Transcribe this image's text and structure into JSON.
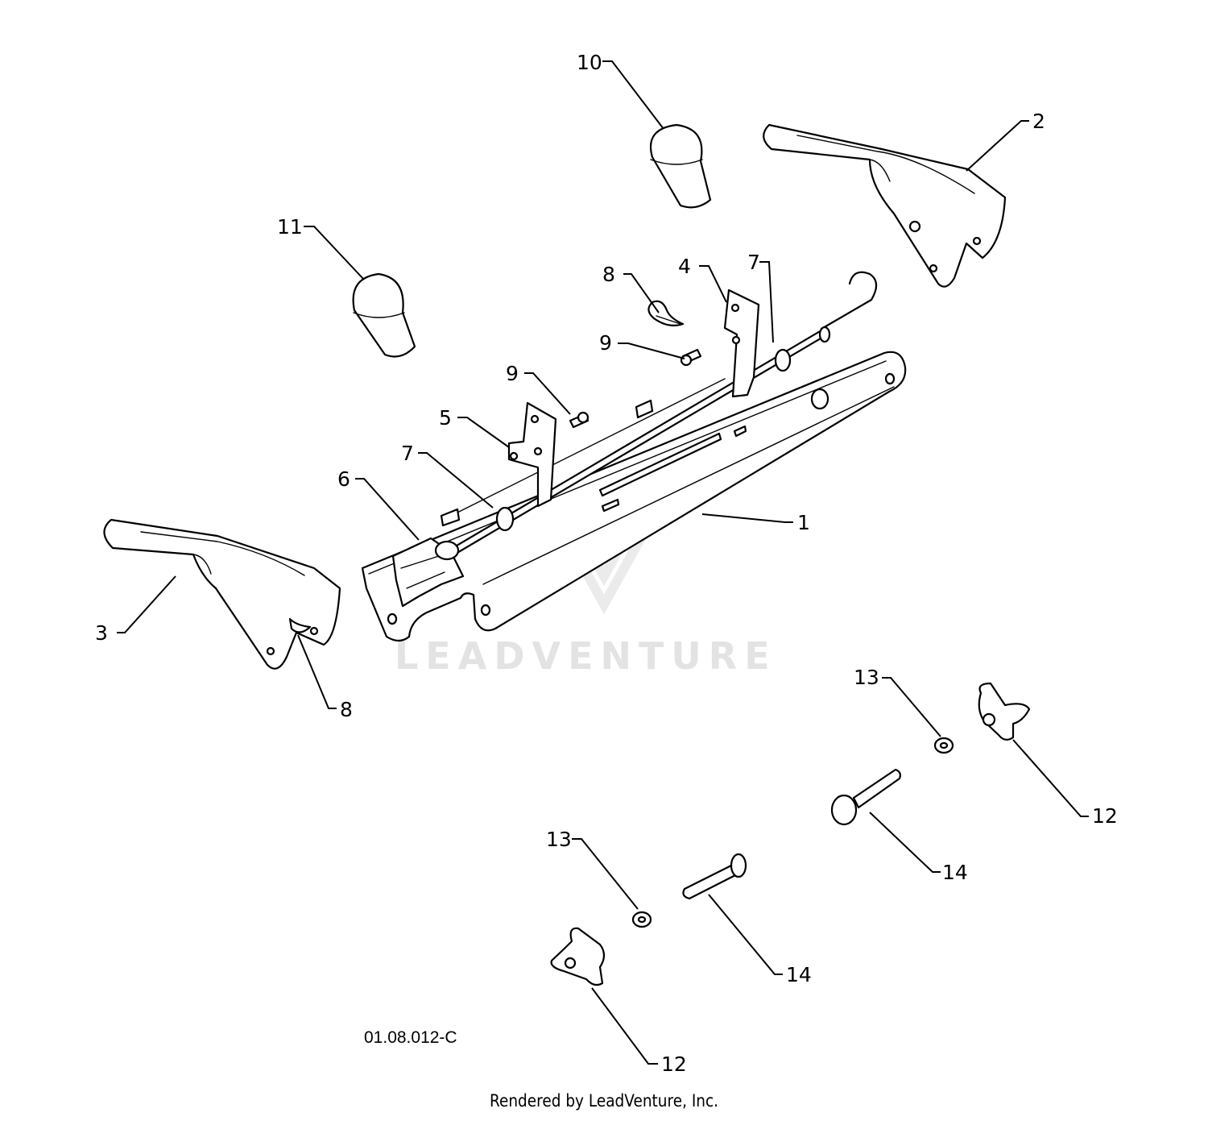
{
  "diagram_code": "01.08.012-C",
  "footer": "Rendered by LeadVenture, Inc.",
  "watermark": "LEADVENTURE",
  "callouts": {
    "c1": "1",
    "c2": "2",
    "c3": "3",
    "c4": "4",
    "c5": "5",
    "c6": "6",
    "c7a": "7",
    "c7b": "7",
    "c8a": "8",
    "c8b": "8",
    "c9a": "9",
    "c9b": "9",
    "c10": "10",
    "c11": "11",
    "c12a": "12",
    "c12b": "12",
    "c13a": "13",
    "c13b": "13",
    "c14a": "14",
    "c14b": "14"
  }
}
